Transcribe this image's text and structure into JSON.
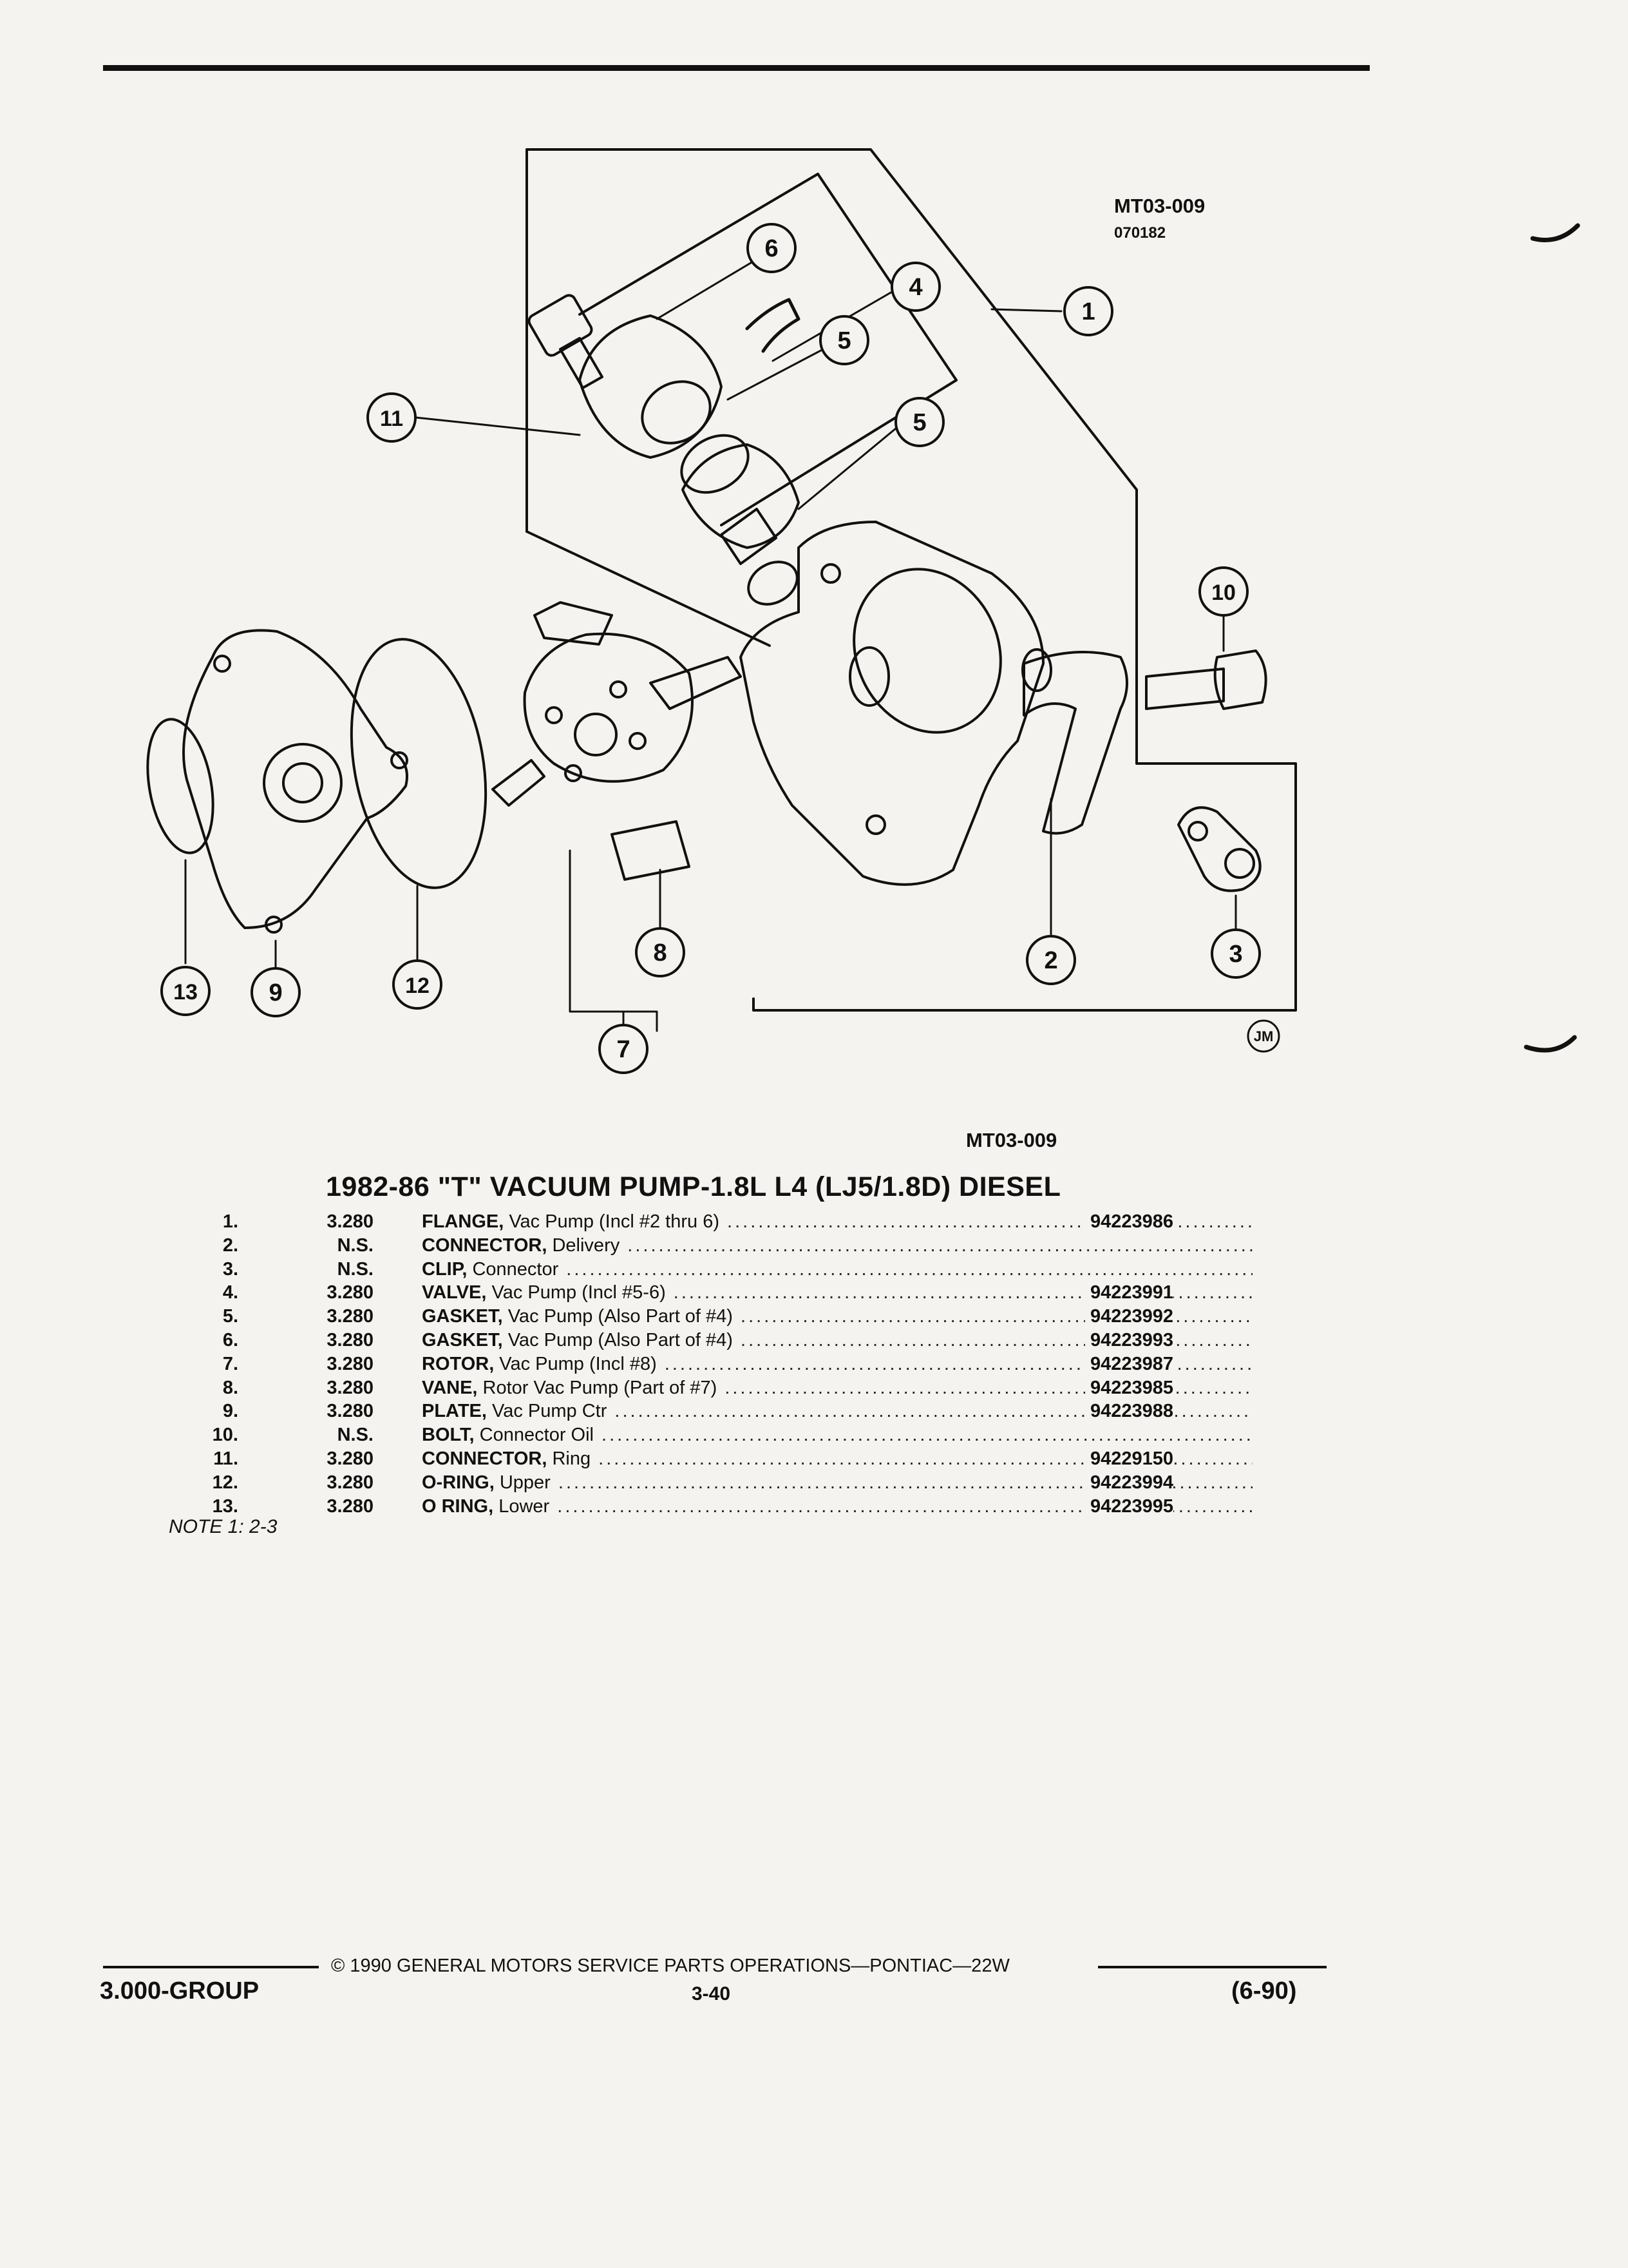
{
  "figure": {
    "id_top": "MT03-009",
    "date_code": "070182",
    "id_bottom": "MT03-009",
    "artist_mark": "JM",
    "callouts": [
      "1",
      "2",
      "3",
      "4",
      "5",
      "5",
      "6",
      "7",
      "8",
      "9",
      "10",
      "11",
      "12",
      "13"
    ]
  },
  "title": "1982-86 \"T\" VACUUM PUMP-1.8L L4 (LJ5/1.8D) DIESEL",
  "parts": [
    {
      "num": "1.",
      "group": "3.280",
      "name": "FLANGE,",
      "desc": " Vac Pump (Incl #2 thru 6)",
      "part_no": "94223986"
    },
    {
      "num": "2.",
      "group": "N.S.",
      "name": "CONNECTOR,",
      "desc": " Delivery",
      "part_no": ""
    },
    {
      "num": "3.",
      "group": "N.S.",
      "name": "CLIP,",
      "desc": " Connector",
      "part_no": ""
    },
    {
      "num": "4.",
      "group": "3.280",
      "name": "VALVE,",
      "desc": " Vac Pump (Incl #5-6)",
      "part_no": "94223991"
    },
    {
      "num": "5.",
      "group": "3.280",
      "name": "GASKET,",
      "desc": " Vac Pump (Also Part of #4)",
      "part_no": "94223992"
    },
    {
      "num": "6.",
      "group": "3.280",
      "name": "GASKET,",
      "desc": " Vac Pump (Also Part of #4)",
      "part_no": "94223993"
    },
    {
      "num": "7.",
      "group": "3.280",
      "name": "ROTOR,",
      "desc": " Vac Pump (Incl #8)",
      "part_no": "94223987"
    },
    {
      "num": "8.",
      "group": "3.280",
      "name": "VANE,",
      "desc": " Rotor Vac Pump (Part of #7)",
      "part_no": "94223985"
    },
    {
      "num": "9.",
      "group": "3.280",
      "name": "PLATE,",
      "desc": " Vac Pump Ctr",
      "part_no": "94223988"
    },
    {
      "num": "10.",
      "group": "N.S.",
      "name": "BOLT,",
      "desc": " Connector Oil",
      "part_no": ""
    },
    {
      "num": "11.",
      "group": "3.280",
      "name": "CONNECTOR,",
      "desc": " Ring",
      "part_no": "94229150"
    },
    {
      "num": "12.",
      "group": "3.280",
      "name": "O-RING,",
      "desc": " Upper",
      "part_no": "94223994"
    },
    {
      "num": "13.",
      "group": "3.280",
      "name": "O RING,",
      "desc": " Lower",
      "part_no": "94223995"
    }
  ],
  "note": "NOTE 1: 2-3",
  "footer": {
    "copyright": "© 1990 GENERAL MOTORS SERVICE PARTS OPERATIONS—PONTIAC—22W",
    "group": "3.000-GROUP",
    "page": "3-40",
    "date": "(6-90)"
  }
}
